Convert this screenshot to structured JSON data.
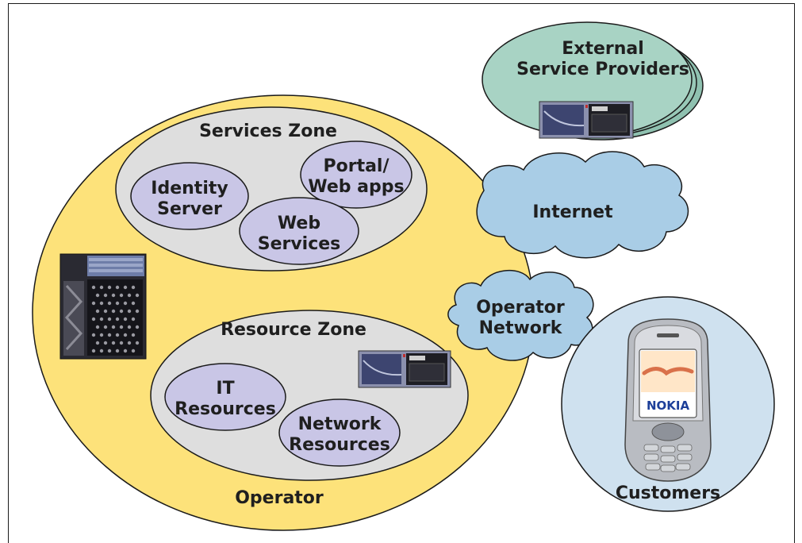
{
  "title": "",
  "zones": {
    "operator": "Operator",
    "services": "Services Zone",
    "resource": "Resource Zone"
  },
  "services_nodes": {
    "identity": [
      "Identity",
      "Server"
    ],
    "portal": [
      "Portal/",
      "Web apps"
    ],
    "web_services": [
      "Web",
      "Services"
    ]
  },
  "resource_nodes": {
    "it": [
      "IT",
      "Resources"
    ],
    "network": [
      "Network",
      "Resources"
    ]
  },
  "external": {
    "providers": [
      "External",
      "Service Providers"
    ],
    "internet": "Internet",
    "operator_network": [
      "Operator",
      "Network"
    ],
    "customers": "Customers"
  },
  "device_brand": "NOKIA",
  "colors": {
    "operator_fill": "#fde27a",
    "zone_fill": "#dedede",
    "node_fill": "#c9c6e6",
    "cloud_fill": "#a9cde6",
    "provider_fill": "#a8d3c4",
    "customer_fill": "#cfe1ef",
    "stroke": "#1a1a1a"
  }
}
